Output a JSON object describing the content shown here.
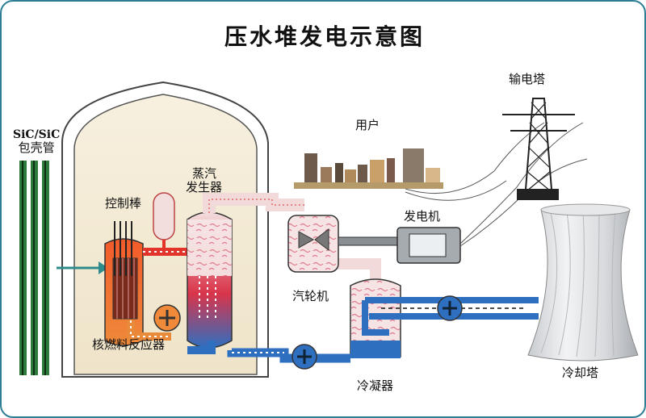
{
  "title": "压水堆发电示意图",
  "labels": {
    "cladding_line1": "SiC/SiC",
    "cladding_line2": "包壳管",
    "control_rods": "控制棒",
    "steam_generator_line1": "蒸汽",
    "steam_generator_line2": "发生器",
    "reactor": "核燃料反应器",
    "turbine": "汽轮机",
    "generator": "发电机",
    "condenser": "冷凝器",
    "cooling_tower": "冷却塔",
    "transmission_tower": "输电塔",
    "users": "用户"
  },
  "colors": {
    "border": "#2e7d96",
    "containment_fill": "#f3ead4",
    "hot_water": "#e2342a",
    "cold_water": "#2f6fc0",
    "steam": "#f3dada",
    "core": "#e8722a",
    "fuel_rod": "#2d7a3a",
    "inlet_arrow": "#2e8b8b"
  }
}
